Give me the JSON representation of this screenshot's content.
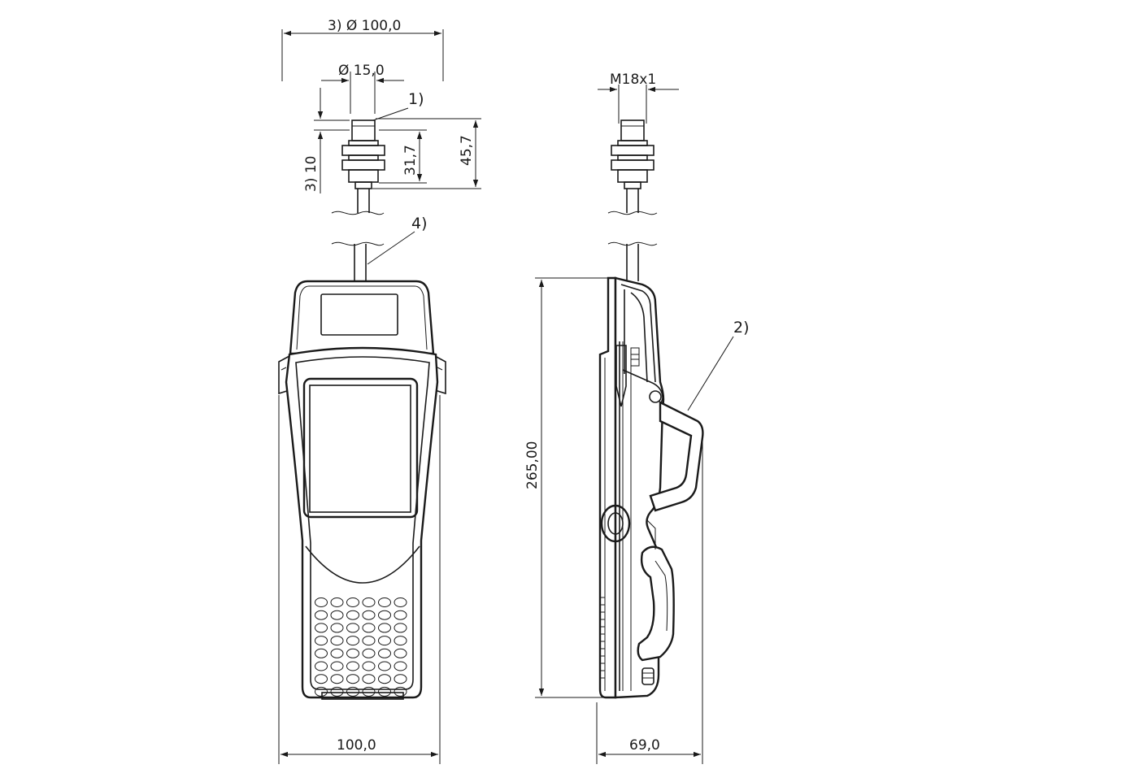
{
  "dimensions": {
    "diameter_100": "3) Ø 100,0",
    "diameter_15": "Ø 15,0",
    "thread": "M18x1",
    "dim_10": "3) 10",
    "dim_31_7": "31,7",
    "dim_45_7": "45,7",
    "height_265": "265,00",
    "width_100": "100,0",
    "depth_69": "69,0"
  },
  "callouts": {
    "c1": "1)",
    "c2": "2)",
    "c4": "4)"
  }
}
